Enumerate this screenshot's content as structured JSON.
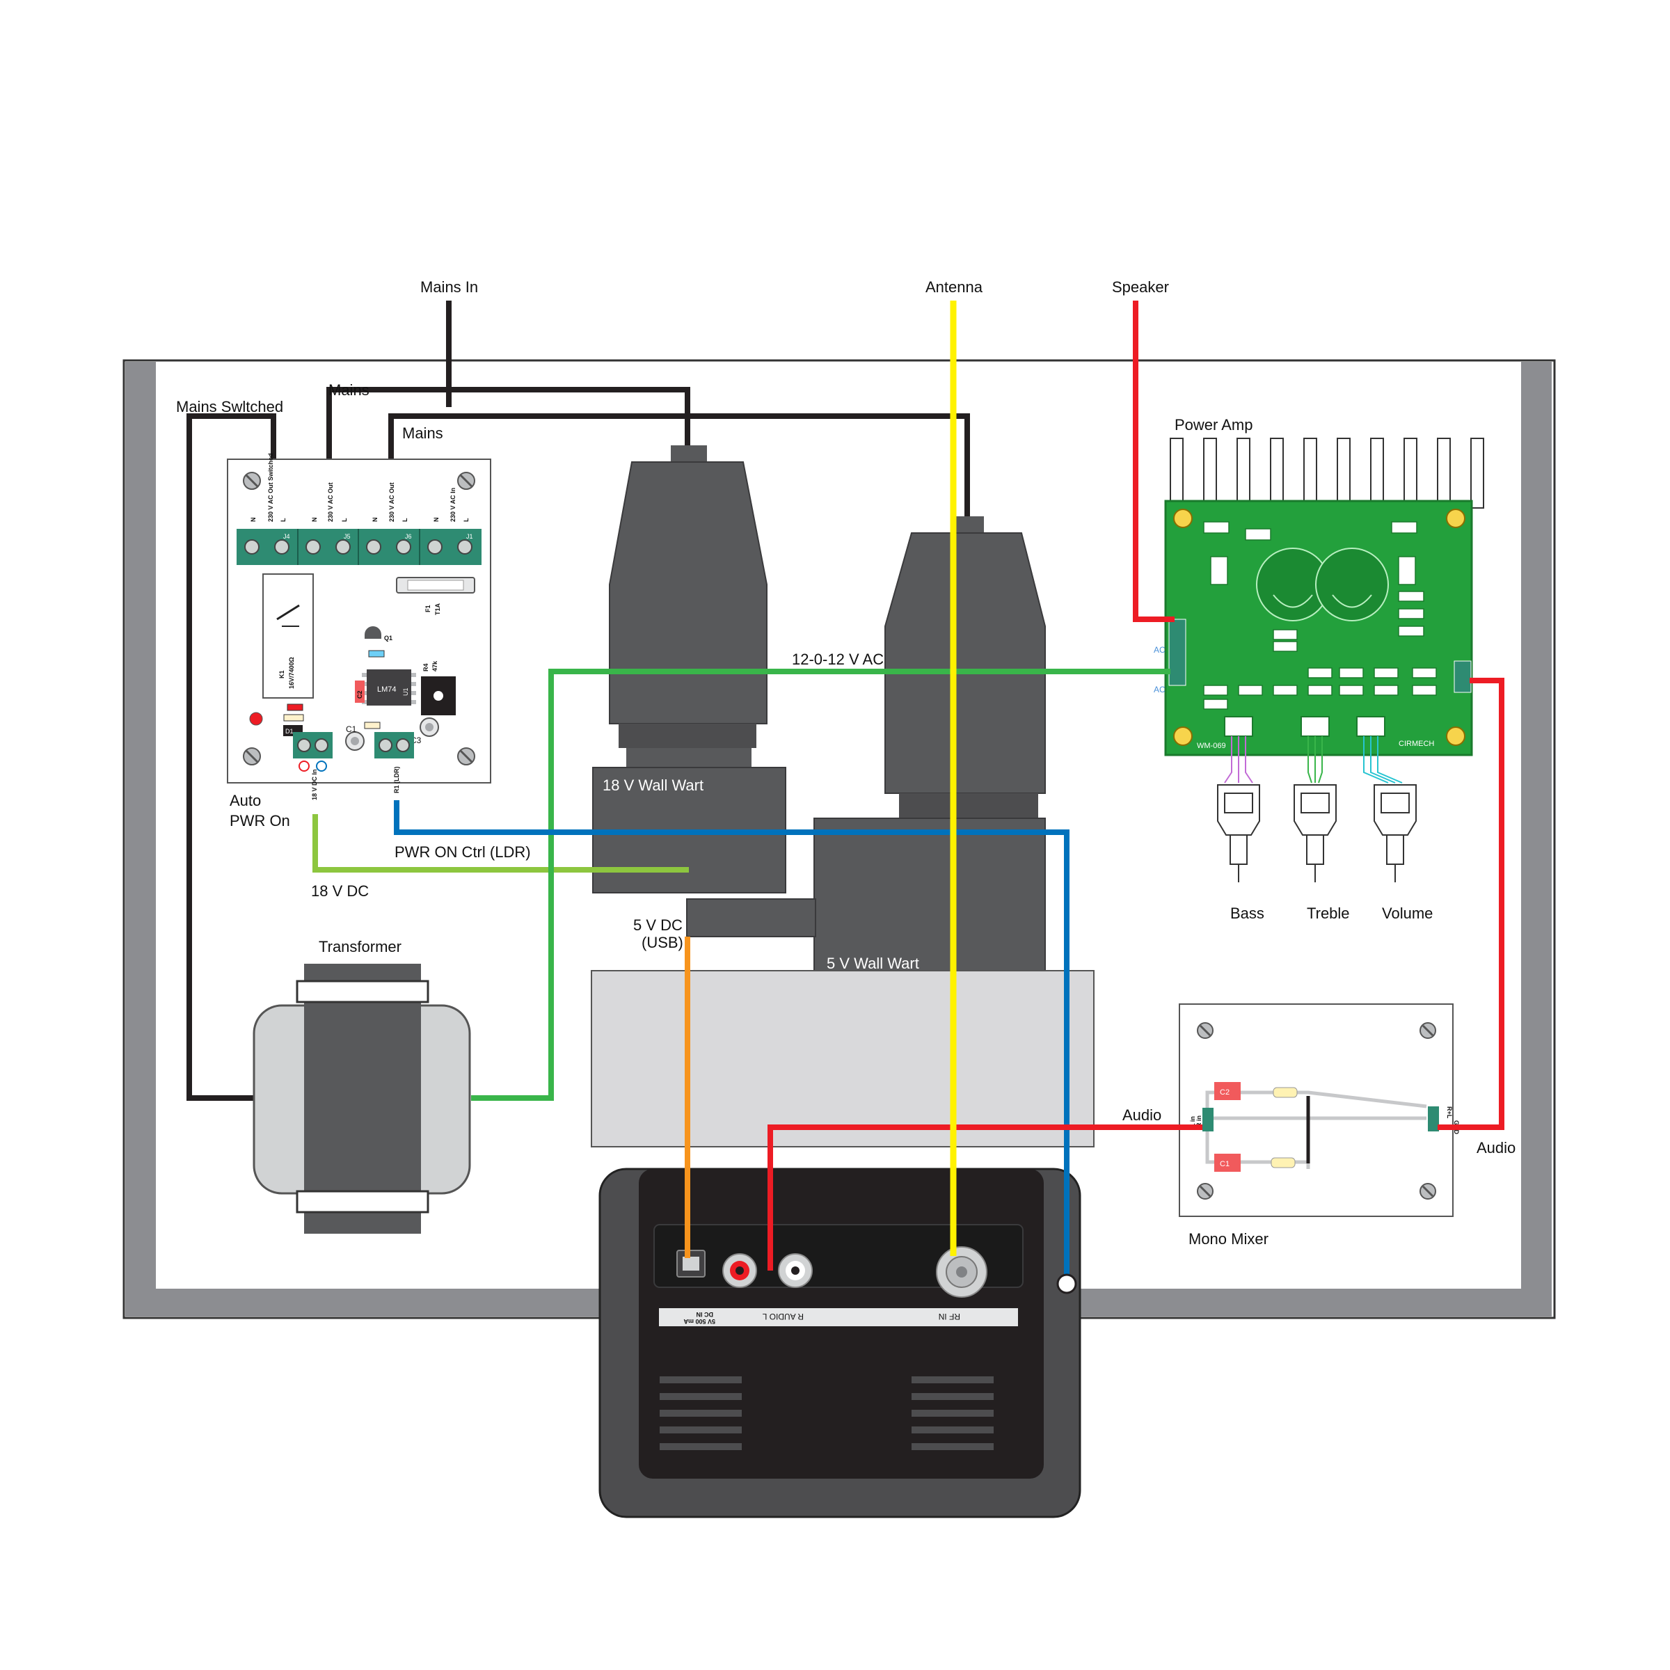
{
  "labels": {
    "mains_in": "Mains In",
    "antenna": "Antenna",
    "speaker": "Speaker",
    "mains_switched": "Mains Swltched",
    "mains_1": "Mains",
    "mains_2": "Mains",
    "power_amp": "Power Amp",
    "ac_12": "12-0-12 V AC",
    "wallwart_18": "18 V Wall Wart",
    "wallwart_5": "5 V Wall Wart",
    "auto_pwr_on_1": "Auto",
    "auto_pwr_on_2": "PWR On",
    "pwr_on_ctrl": "PWR ON Ctrl (LDR)",
    "dc_18": "18 V DC",
    "dc_5_1": "5 V DC",
    "dc_5_2": "(USB)",
    "transformer": "Transformer",
    "bass": "Bass",
    "treble": "Treble",
    "volume": "Volume",
    "audio_in": "Audio",
    "audio_out": "Audio",
    "mono_mixer": "Mono Mixer"
  },
  "relay_board": {
    "terminals": [
      "230 V AC Out Switched",
      "230 V AC Out",
      "230 V AC Out",
      "230 V AC In"
    ],
    "terminal_ids": [
      "J4",
      "J5",
      "J6",
      "J1"
    ],
    "n_label": "N",
    "l_label": "L",
    "fuse": "F1",
    "fuse_rating": "T1A",
    "relay": "K1",
    "relay_spec": "16V/7400Ω",
    "ic": "LM74",
    "ic_id": "U1",
    "r4": "R4",
    "r4_val": "47k",
    "c1": "C1",
    "c2": "C2",
    "c3": "C3",
    "d1": "D1",
    "q1": "Q1",
    "dc_in": "18 V DC In",
    "ldr": "R1 (LDR)"
  },
  "amp_board": {
    "brand": "CIRMECH",
    "model": "WM-069",
    "ac": "AC"
  },
  "mixer_board": {
    "c1": "C1",
    "c2": "C2",
    "in_l": "L in",
    "in_r": "R in",
    "out_r": "R+L",
    "gnd": "GND"
  },
  "receiver": {
    "rf_in": "RF IN",
    "audio": "R   AUDIO   L",
    "dc_in": "DC IN",
    "dc_spec": "5V 500 mA"
  },
  "colors": {
    "mains": "#231f20",
    "antenna": "#fff200",
    "speaker": "#ed1c24",
    "ac": "#39b54a",
    "dc18": "#8dc63f",
    "ldr": "#0072bc",
    "usb": "#f7941d",
    "audio": "#ed1c24"
  }
}
